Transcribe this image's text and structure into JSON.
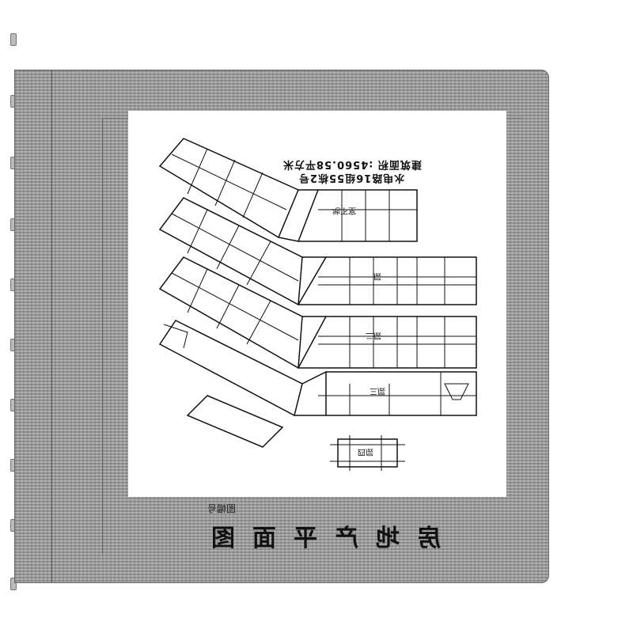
{
  "document": {
    "title": "房地产平面图",
    "sheet_number_label": "图幅号",
    "address": "水电路16组55栋2号",
    "building_area": "建筑面积 :4560.58平方米"
  },
  "floors": [
    {
      "label": "地下室"
    },
    {
      "label": "一层"
    },
    {
      "label": "二层"
    },
    {
      "label": "三层"
    },
    {
      "label": "四层"
    }
  ]
}
